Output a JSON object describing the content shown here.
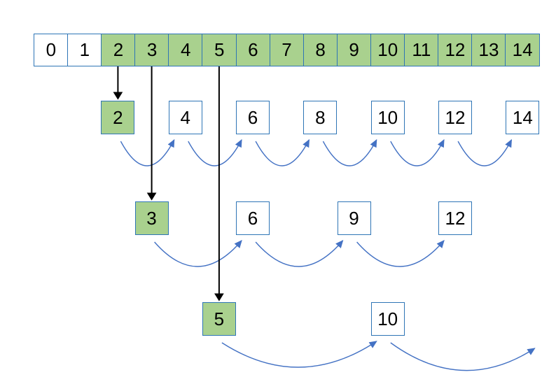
{
  "diagram": {
    "label": "sieve-of-eratosthenes-diagram",
    "colors": {
      "marked_fill": "#A9D18E",
      "box_border": "#2E75B6",
      "curve_arrow": "#4472C4",
      "straight_arrow": "#000000",
      "background": "#FFFFFF",
      "text": "#000000"
    },
    "number_strip": {
      "cells": [
        {
          "value": "0",
          "marked": false
        },
        {
          "value": "1",
          "marked": false
        },
        {
          "value": "2",
          "marked": true
        },
        {
          "value": "3",
          "marked": true
        },
        {
          "value": "4",
          "marked": true
        },
        {
          "value": "5",
          "marked": true
        },
        {
          "value": "6",
          "marked": true
        },
        {
          "value": "7",
          "marked": true
        },
        {
          "value": "8",
          "marked": true
        },
        {
          "value": "9",
          "marked": true
        },
        {
          "value": "10",
          "marked": true
        },
        {
          "value": "11",
          "marked": true
        },
        {
          "value": "12",
          "marked": true
        },
        {
          "value": "13",
          "marked": true
        },
        {
          "value": "14",
          "marked": true
        }
      ]
    },
    "prime_rows": [
      {
        "prime": "2",
        "boxes": [
          {
            "value": "2",
            "marked": true
          },
          {
            "value": "4",
            "marked": false
          },
          {
            "value": "6",
            "marked": false
          },
          {
            "value": "8",
            "marked": false
          },
          {
            "value": "10",
            "marked": false
          },
          {
            "value": "12",
            "marked": false
          },
          {
            "value": "14",
            "marked": false
          }
        ],
        "trailing_arrow": false
      },
      {
        "prime": "3",
        "boxes": [
          {
            "value": "3",
            "marked": true
          },
          {
            "value": "6",
            "marked": false
          },
          {
            "value": "9",
            "marked": false
          },
          {
            "value": "12",
            "marked": false
          }
        ],
        "trailing_arrow": false
      },
      {
        "prime": "5",
        "boxes": [
          {
            "value": "5",
            "marked": true
          },
          {
            "value": "10",
            "marked": false
          }
        ],
        "trailing_arrow": true
      }
    ]
  }
}
